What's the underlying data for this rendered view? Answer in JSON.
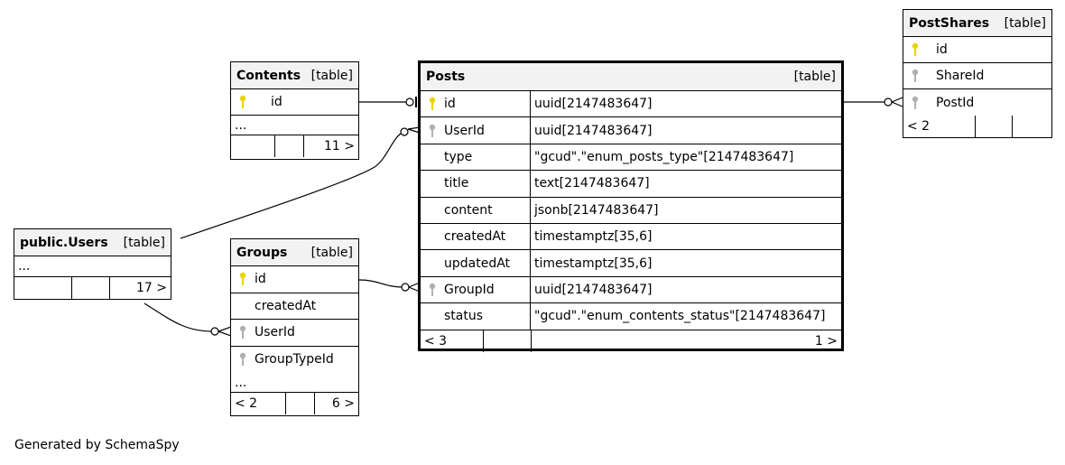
{
  "diagram": {
    "generated_by": "Generated by SchemaSpy",
    "tables": {
      "contents": {
        "name": "Contents",
        "kind": "[table]",
        "columns": [
          {
            "name": "id",
            "key": "primary"
          }
        ],
        "ellipsis": "...",
        "footer": [
          "",
          "",
          "11 >"
        ]
      },
      "posts": {
        "name": "Posts",
        "kind": "[table]",
        "columns": [
          {
            "name": "id",
            "type": "uuid[2147483647]",
            "key": "primary"
          },
          {
            "name": "UserId",
            "type": "uuid[2147483647]",
            "key": "foreign"
          },
          {
            "name": "type",
            "type": "\"gcud\".\"enum_posts_type\"[2147483647]",
            "key": ""
          },
          {
            "name": "title",
            "type": "text[2147483647]",
            "key": ""
          },
          {
            "name": "content",
            "type": "jsonb[2147483647]",
            "key": ""
          },
          {
            "name": "createdAt",
            "type": "timestamptz[35,6]",
            "key": ""
          },
          {
            "name": "updatedAt",
            "type": "timestamptz[35,6]",
            "key": ""
          },
          {
            "name": "GroupId",
            "type": "uuid[2147483647]",
            "key": "foreign"
          },
          {
            "name": "status",
            "type": "\"gcud\".\"enum_contents_status\"[2147483647]",
            "key": ""
          }
        ],
        "footer": [
          "< 3",
          "",
          "1 >"
        ]
      },
      "postshares": {
        "name": "PostShares",
        "kind": "[table]",
        "columns": [
          {
            "name": "id",
            "key": "primary"
          },
          {
            "name": "ShareId",
            "key": "foreign"
          },
          {
            "name": "PostId",
            "key": "foreign"
          }
        ],
        "footer": [
          "< 2",
          "",
          ""
        ]
      },
      "users": {
        "name": "public.Users",
        "kind": "[table]",
        "ellipsis": "...",
        "footer": [
          "",
          "",
          "17 >"
        ]
      },
      "groups": {
        "name": "Groups",
        "kind": "[table]",
        "columns": [
          {
            "name": "id",
            "key": "primary"
          },
          {
            "name": "createdAt",
            "key": ""
          },
          {
            "name": "UserId",
            "key": "foreign"
          },
          {
            "name": "GroupTypeId",
            "key": "foreign"
          }
        ],
        "ellipsis": "...",
        "footer": [
          "< 2",
          "",
          "6 >"
        ]
      }
    },
    "colors": {
      "primary_key": "#e8d400",
      "foreign_key": "#b0b0b0",
      "header_bg": "#f2f2f2"
    }
  }
}
